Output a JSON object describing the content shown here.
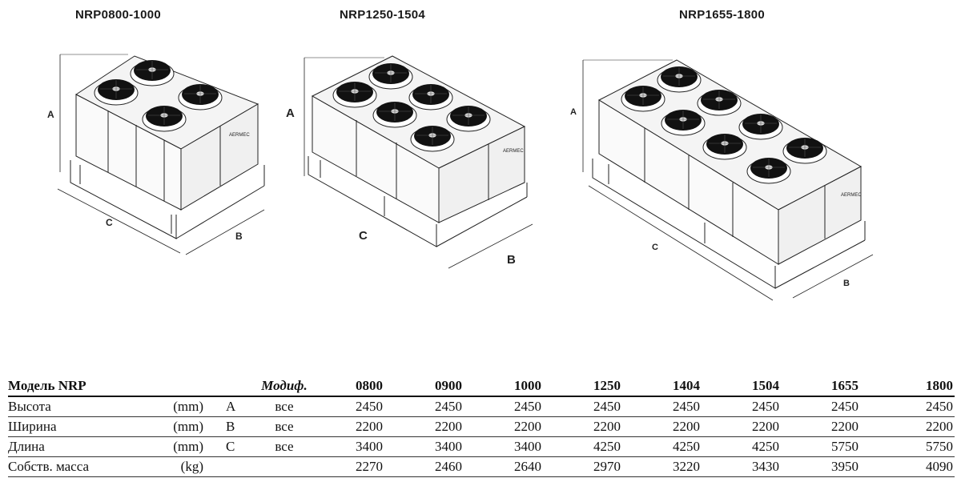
{
  "figures": [
    {
      "title": "NRP0800-1000",
      "dim_labels": {
        "a": "A",
        "b": "B",
        "c": "C"
      }
    },
    {
      "title": "NRP1250-1504",
      "dim_labels": {
        "a": "A",
        "b": "B",
        "c": "C"
      }
    },
    {
      "title": "NRP1655-1800",
      "dim_labels": {
        "a": "A",
        "b": "B",
        "c": "C"
      }
    }
  ],
  "brand_logo": "AERMEC",
  "table": {
    "header_model": "Модель NRP",
    "header_mod": "Модиф.",
    "models": [
      "0800",
      "0900",
      "1000",
      "1250",
      "1404",
      "1504",
      "1655",
      "1800"
    ],
    "rows": [
      {
        "label": "Высота",
        "unit": "(mm)",
        "letter": "A",
        "mod": "все",
        "values": [
          "2450",
          "2450",
          "2450",
          "2450",
          "2450",
          "2450",
          "2450",
          "2450"
        ]
      },
      {
        "label": "Ширина",
        "unit": "(mm)",
        "letter": "B",
        "mod": "все",
        "values": [
          "2200",
          "2200",
          "2200",
          "2200",
          "2200",
          "2200",
          "2200",
          "2200"
        ]
      },
      {
        "label": "Длина",
        "unit": "(mm)",
        "letter": "C",
        "mod": "все",
        "values": [
          "3400",
          "3400",
          "3400",
          "4250",
          "4250",
          "4250",
          "5750",
          "5750"
        ]
      },
      {
        "label": "Собств. масса",
        "unit": "(kg)",
        "letter": "",
        "mod": "",
        "values": [
          "2270",
          "2460",
          "2640",
          "2970",
          "3220",
          "3430",
          "3950",
          "4090"
        ]
      }
    ]
  }
}
